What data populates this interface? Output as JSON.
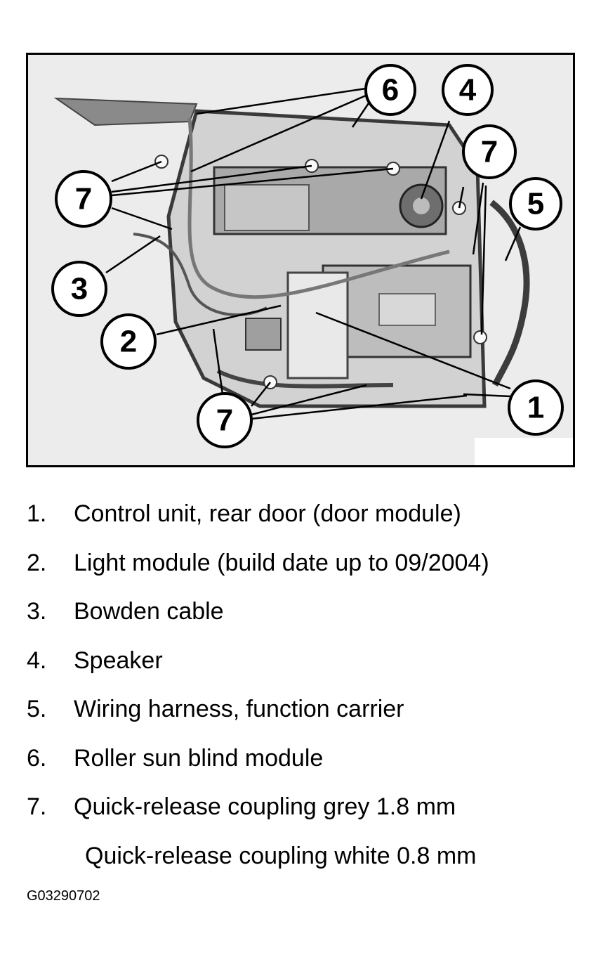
{
  "diagram": {
    "callouts": [
      "6",
      "4",
      "7",
      "7",
      "5",
      "3",
      "2",
      "1",
      "7"
    ]
  },
  "legend": {
    "items": [
      {
        "number": "1.",
        "text": "Control unit, rear door (door module)"
      },
      {
        "number": "2.",
        "text": "Light module (build date up to 09/2004)"
      },
      {
        "number": "3.",
        "text": "Bowden cable"
      },
      {
        "number": "4.",
        "text": "Speaker"
      },
      {
        "number": "5.",
        "text": "Wiring harness, function carrier"
      },
      {
        "number": "6.",
        "text": "Roller sun blind module"
      },
      {
        "number": "7.",
        "text": "Quick-release coupling grey 1.8 mm"
      }
    ],
    "continuation": "Quick-release coupling white 0.8 mm"
  },
  "figure_code": "G03290702"
}
